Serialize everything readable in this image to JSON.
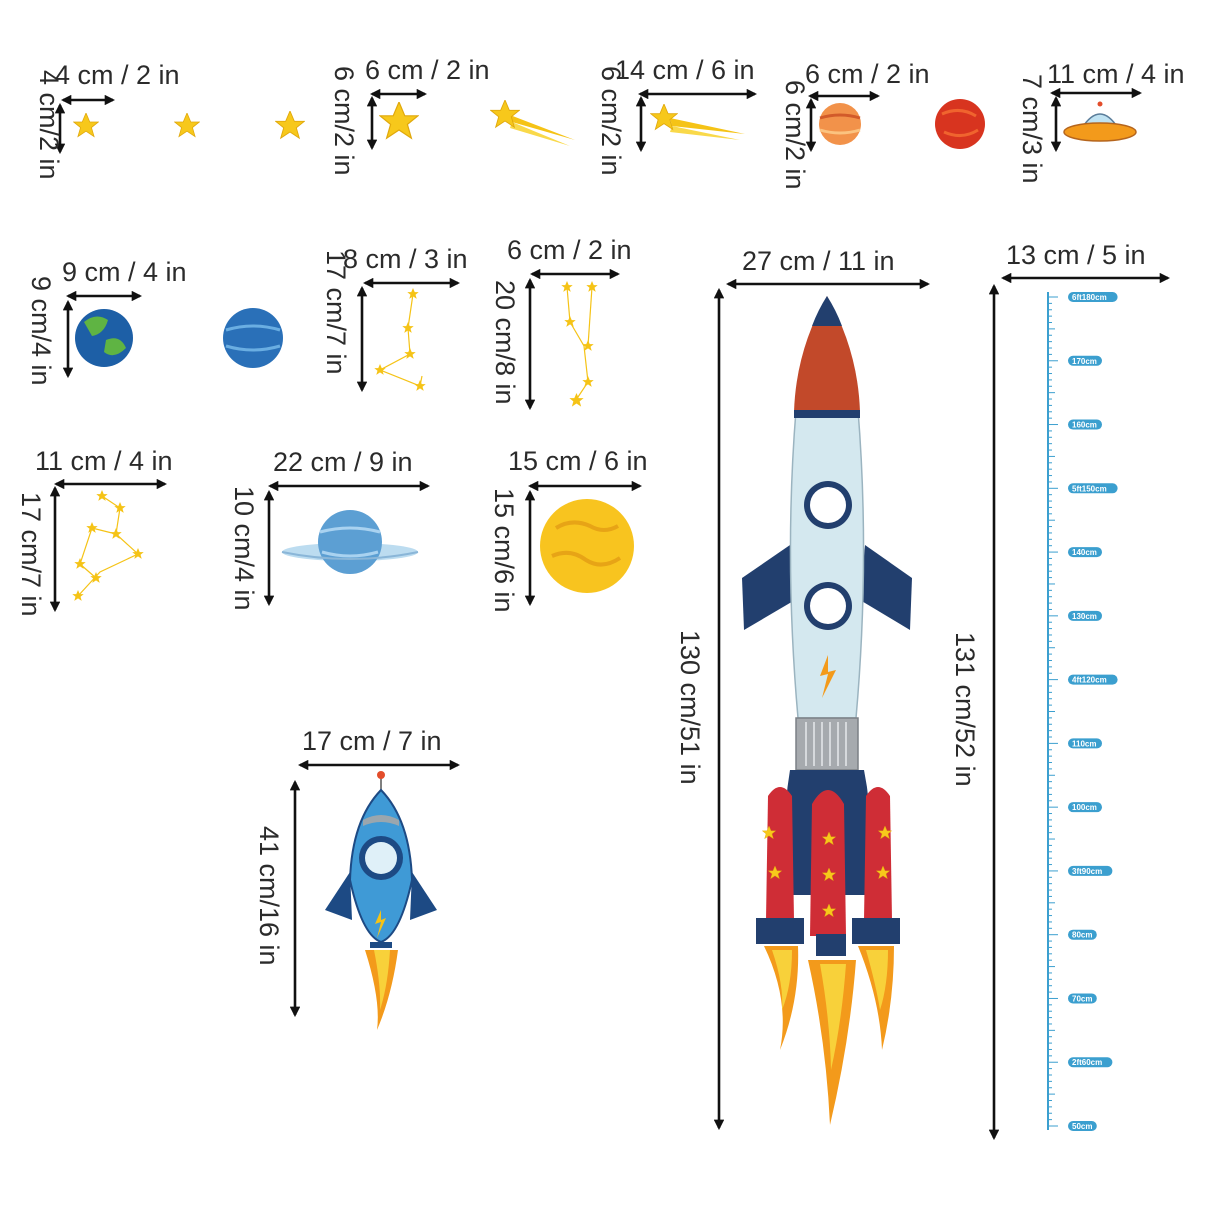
{
  "stickers": {
    "stars": {
      "w": "4 cm / 2 in",
      "h": "4 cm/2 in"
    },
    "big_star": {
      "w": "6 cm / 2 in",
      "h": "6 cm/2 in"
    },
    "comet": {
      "w": "14 cm / 6 in",
      "h": "6 cm/2 in"
    },
    "small_planets": {
      "w": "6 cm / 2 in",
      "h": "6 cm/2 in"
    },
    "ufo": {
      "w": "11 cm / 4 in",
      "h": "7 cm/3 in"
    },
    "earth": {
      "w": "9 cm / 4 in",
      "h": "9 cm/4 in"
    },
    "constellation_a": {
      "w": "8 cm / 3 in",
      "h": "17 cm/7 in"
    },
    "constellation_b": {
      "w": "6 cm / 2 in",
      "h": "20 cm/8 in"
    },
    "constellation_c": {
      "w": "11 cm / 4 in",
      "h": "17 cm/7 in"
    },
    "saturn": {
      "w": "22 cm / 9 in",
      "h": "10 cm/4 in"
    },
    "sun": {
      "w": "15 cm / 6 in",
      "h": "15 cm/6 in"
    },
    "small_rocket": {
      "w": "17 cm / 7 in",
      "h": "41 cm/16 in"
    },
    "big_rocket": {
      "w": "27 cm / 11 in",
      "h": "130 cm/51 in"
    },
    "height_chart": {
      "w": "13 cm / 5 in",
      "h": "131 cm/52 in"
    }
  },
  "ruler_labels": [
    "6ft180cm",
    "170cm",
    "160cm",
    "5ft150cm",
    "140cm",
    "130cm",
    "4ft120cm",
    "110cm",
    "100cm",
    "3ft90cm",
    "80cm",
    "70cm",
    "2ft60cm",
    "50cm"
  ],
  "colors": {
    "star": "#f7c81b",
    "ruler": "#3b9fcf",
    "rocket_body": "#d4e8ef",
    "rocket_nose": "#c2492a",
    "rocket_fin": "#223f6e",
    "booster": "#cf2d36",
    "flame": "#f39a1b"
  }
}
